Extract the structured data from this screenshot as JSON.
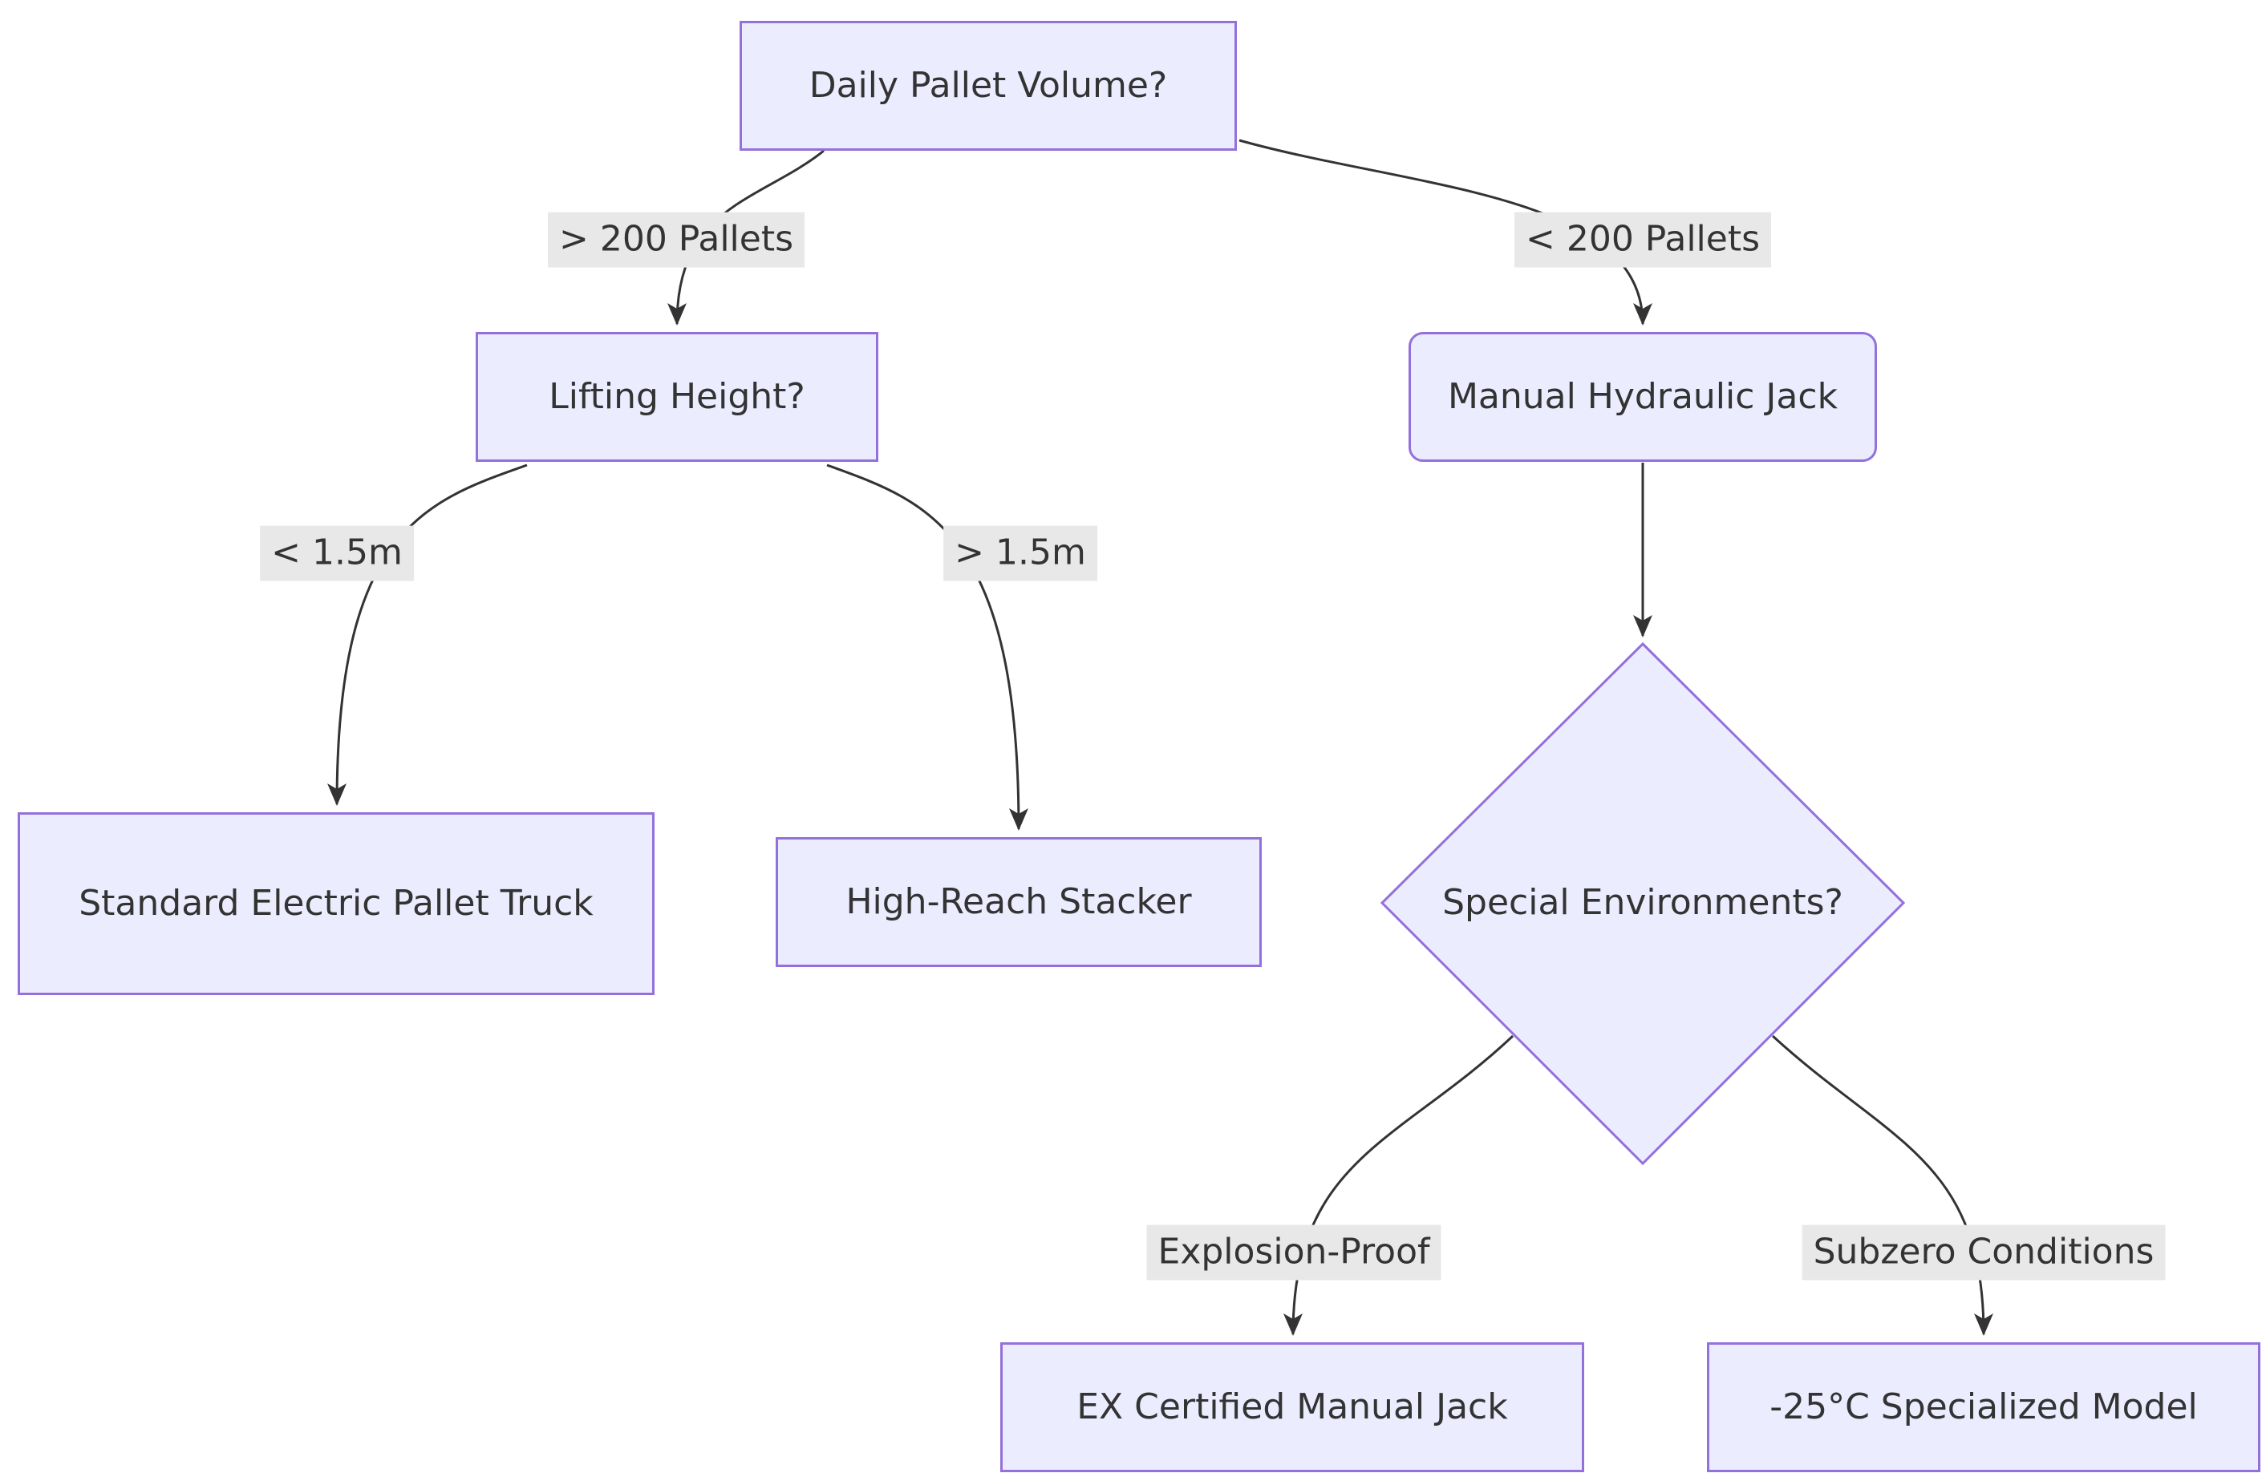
{
  "diagram": {
    "type": "flowchart",
    "nodes": {
      "daily_volume": {
        "label": "Daily Pallet Volume?"
      },
      "lifting_height": {
        "label": "Lifting Height?"
      },
      "manual_jack": {
        "label": "Manual Hydraulic Jack"
      },
      "standard_electric": {
        "label": "Standard Electric Pallet Truck"
      },
      "high_reach": {
        "label": "High-Reach Stacker"
      },
      "special_env": {
        "label": "Special Environments?"
      },
      "ex_certified": {
        "label": "EX Certified Manual Jack"
      },
      "subzero_model": {
        "label": "-25°C Specialized Model"
      }
    },
    "edges": [
      {
        "from": "daily_volume",
        "to": "lifting_height",
        "label": "> 200 Pallets"
      },
      {
        "from": "daily_volume",
        "to": "manual_jack",
        "label": "< 200 Pallets"
      },
      {
        "from": "lifting_height",
        "to": "standard_electric",
        "label": "< 1.5m"
      },
      {
        "from": "lifting_height",
        "to": "high_reach",
        "label": "> 1.5m"
      },
      {
        "from": "manual_jack",
        "to": "special_env",
        "label": ""
      },
      {
        "from": "special_env",
        "to": "ex_certified",
        "label": "Explosion-Proof"
      },
      {
        "from": "special_env",
        "to": "subzero_model",
        "label": "Subzero Conditions"
      }
    ],
    "colors": {
      "node_fill": "#ECECFF",
      "node_border": "#9370DB",
      "edge_line": "#333333",
      "edge_label_bg": "#e8e8e8",
      "text": "#333333",
      "background": "#ffffff"
    }
  }
}
